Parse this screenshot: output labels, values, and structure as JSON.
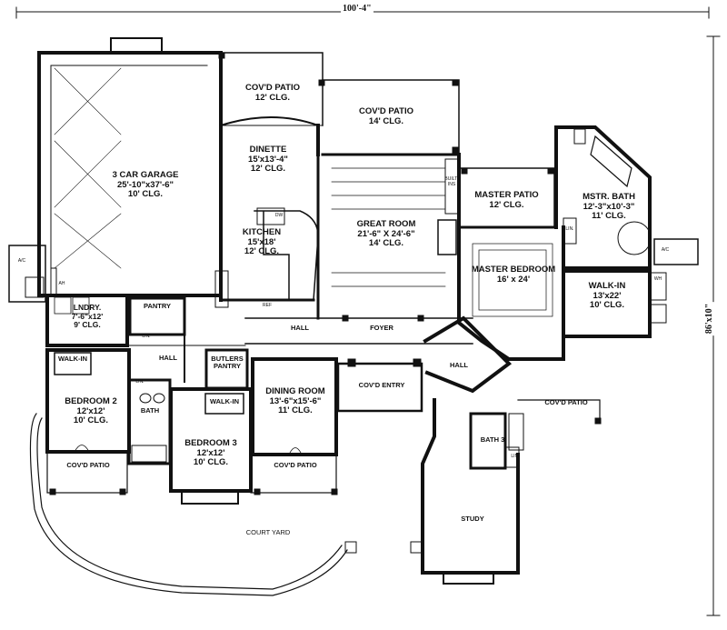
{
  "dimensions": {
    "width": "100'-4\"",
    "depth": "86'x10\""
  },
  "rooms": {
    "garage": "3 CAR GARAGE\n25'-10\"x37'-6\"\n10' CLG.",
    "covd_patio_top": "COV'D PATIO\n12' CLG.",
    "covd_patio_main": "COV'D PATIO\n14' CLG.",
    "dinette": "DINETTE\n15'x13'-4\"\n12' CLG.",
    "kitchen": "KITCHEN\n15'x18'\n12' CLG.",
    "great_room": "GREAT ROOM\n21'-6\" X 24'-6\"\n14' CLG.",
    "master_patio": "MASTER PATIO\n12' CLG.",
    "master_bath": "MSTR. BATH\n12'-3\"x10'-3\"\n11' CLG.",
    "master_bedroom": "MASTER BEDROOM\n16' x 24'",
    "walk_in_master": "WALK-IN\n13'x22'\n10' CLG.",
    "laundry": "LNDRY.\n7'-6\"x12'\n9' CLG.",
    "pantry": "PANTRY",
    "hall_center": "HALL",
    "hall_left": "HALL",
    "hall_right": "HALL",
    "foyer": "FOYER",
    "butlers_pantry": "BUTLERS\nPANTRY",
    "dining_room": "DINING ROOM\n13'-6\"x15'-6\"\n11' CLG.",
    "covd_entry": "COV'D ENTRY",
    "bedroom2": "BEDROOM 2\n12'x12'\n10' CLG.",
    "bath_left": "BATH",
    "walk_in_bed2": "WALK-IN",
    "walk_in_bed3": "WALK-IN",
    "bedroom3": "BEDROOM 3\n12'x12'\n10' CLG.",
    "covd_patio_left": "COV'D PATIO",
    "covd_patio_mid": "COV'D PATIO",
    "covd_patio_right": "COV'D PATIO",
    "bath3": "BATH 3",
    "study": "STUDY",
    "court_yard": "COURT YARD",
    "ac_left": "A/C",
    "ac_right": "A/C",
    "ah": "AH",
    "lin_hall": "LIN.",
    "lin_bath": "LIN.",
    "lin_master": "LIN.",
    "lin_bath3": "LIN.",
    "built_ins": "BUILT-INS",
    "wh": "WH",
    "dw": "DW",
    "ref": "REF"
  }
}
